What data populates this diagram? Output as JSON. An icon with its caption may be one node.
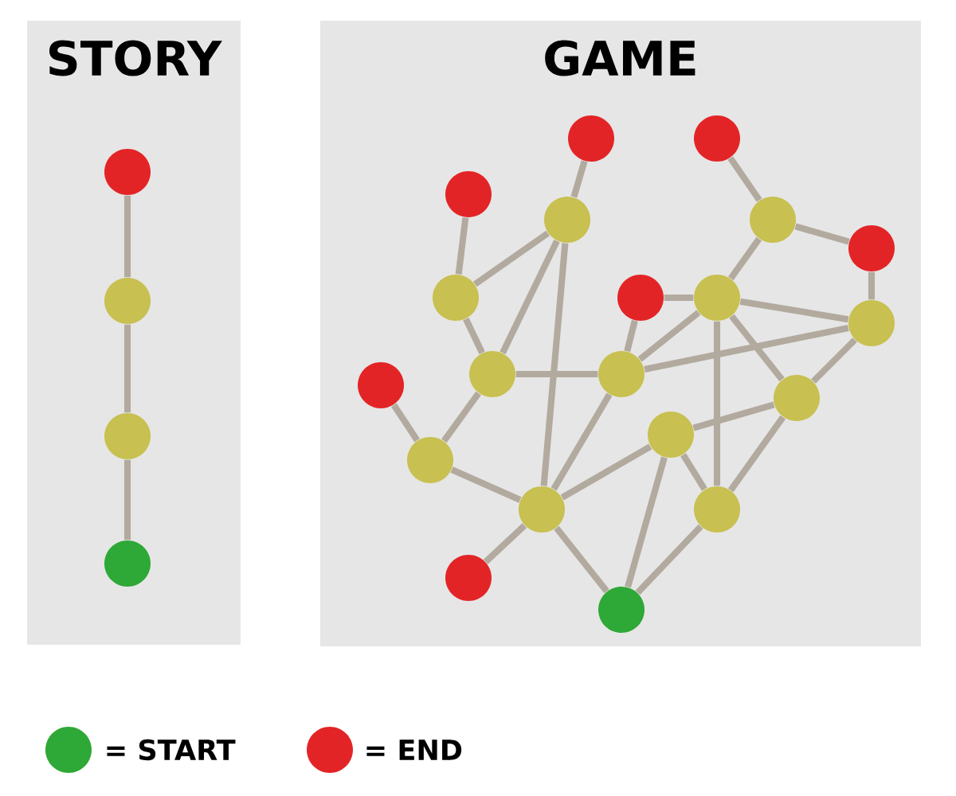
{
  "diagram": {
    "nodes": [
      {
        "text": [
          "STORY"
        ]
      },
      {
        "text": [
          "GAME"
        ]
      },
      {
        "text": [],
        "shape": "circle",
        "in": 0
      },
      {
        "text": [],
        "shape": "circle",
        "in": 0
      },
      {
        "text": [],
        "shape": "circle",
        "in": 0
      },
      {
        "text": [],
        "shape": "circle",
        "in": 0
      },
      {
        "text": [],
        "shape": "circle",
        "in": 1
      },
      {
        "text": [],
        "shape": "circle",
        "in": 1
      },
      {
        "text": [],
        "shape": "circle",
        "in": 1
      },
      {
        "text": [],
        "shape": "circle",
        "in": 1
      },
      {
        "text": [],
        "shape": "circle",
        "in": 1
      },
      {
        "text": [],
        "shape": "circle",
        "in": 1
      },
      {
        "text": [],
        "shape": "circle",
        "in": 1
      },
      {
        "text": [],
        "shape": "circle",
        "in": 1
      },
      {
        "text": [],
        "shape": "circle",
        "in": 1
      },
      {
        "text": [],
        "shape": "circle",
        "in": 1
      },
      {
        "text": [],
        "shape": "circle",
        "in": 1
      },
      {
        "text": [],
        "shape": "circle",
        "in": 1
      },
      {
        "text": [],
        "shape": "circle",
        "in": 1
      },
      {
        "text": [],
        "shape": "circle",
        "in": 1
      },
      {
        "text": [],
        "shape": "circle",
        "in": 1
      },
      {
        "text": [],
        "shape": "circle",
        "in": 1
      },
      {
        "text": [],
        "shape": "circle",
        "in": 1
      },
      {
        "text": [],
        "shape": "circle",
        "in": 1
      },
      {
        "text": [],
        "shape": "circle",
        "in": 1
      },
      {
        "text": [],
        "shape": "circle",
        "in": 1
      }
    ],
    "edges": [
      {
        "from": 2,
        "to": 3,
        "arrow": "none"
      },
      {
        "from": 3,
        "to": 4,
        "arrow": "none"
      },
      {
        "from": 4,
        "to": 5,
        "arrow": "none"
      },
      {
        "from": 6,
        "to": 9,
        "arrow": "none"
      },
      {
        "from": 8,
        "to": 12,
        "arrow": "none"
      },
      {
        "from": 9,
        "to": 12,
        "arrow": "none"
      },
      {
        "from": 9,
        "to": 16,
        "arrow": "none"
      },
      {
        "from": 9,
        "to": 22,
        "arrow": "none"
      },
      {
        "from": 7,
        "to": 10,
        "arrow": "none"
      },
      {
        "from": 10,
        "to": 11,
        "arrow": "none"
      },
      {
        "from": 10,
        "to": 14,
        "arrow": "none"
      },
      {
        "from": 11,
        "to": 15,
        "arrow": "none"
      },
      {
        "from": 13,
        "to": 14,
        "arrow": "none"
      },
      {
        "from": 14,
        "to": 15,
        "arrow": "none"
      },
      {
        "from": 14,
        "to": 17,
        "arrow": "none"
      },
      {
        "from": 14,
        "to": 23,
        "arrow": "none"
      },
      {
        "from": 14,
        "to": 19,
        "arrow": "none"
      },
      {
        "from": 17,
        "to": 15,
        "arrow": "none"
      },
      {
        "from": 13,
        "to": 17,
        "arrow": "none"
      },
      {
        "from": 12,
        "to": 16,
        "arrow": "none"
      },
      {
        "from": 16,
        "to": 17,
        "arrow": "none"
      },
      {
        "from": 16,
        "to": 21,
        "arrow": "none"
      },
      {
        "from": 18,
        "to": 21,
        "arrow": "none"
      },
      {
        "from": 21,
        "to": 22,
        "arrow": "none"
      },
      {
        "from": 17,
        "to": 22,
        "arrow": "none"
      },
      {
        "from": 22,
        "to": 20,
        "arrow": "none"
      },
      {
        "from": 20,
        "to": 19,
        "arrow": "none"
      },
      {
        "from": 15,
        "to": 19,
        "arrow": "none"
      },
      {
        "from": 19,
        "to": 23,
        "arrow": "none"
      },
      {
        "from": 20,
        "to": 23,
        "arrow": "none"
      },
      {
        "from": 20,
        "to": 25,
        "arrow": "none"
      },
      {
        "from": 22,
        "to": 25,
        "arrow": "none"
      },
      {
        "from": 23,
        "to": 25,
        "arrow": "none"
      },
      {
        "from": 22,
        "to": 24,
        "arrow": "none"
      }
    ],
    "legend": [
      {
        "text": "= START",
        "color": "#2ea836"
      },
      {
        "text": "= END",
        "color": "#e32426"
      }
    ]
  }
}
